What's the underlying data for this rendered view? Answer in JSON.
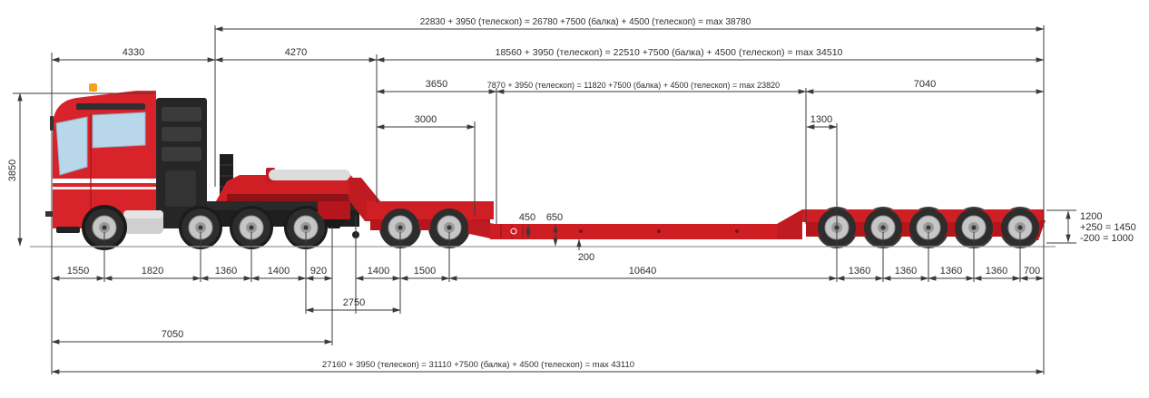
{
  "diagram": {
    "kind": "lowbed semi-trailer dimensional drawing",
    "colors": {
      "truck_red": "#d8232a",
      "trailerer_red": "#d01f24",
      "dimension_line": "#3a3a3a",
      "glass_blue": "#b9d7ea"
    },
    "dim": {
      "trailer_total": "22830 + 3950 (телескоп) = 26780 +7500 (балка) + 4500 (телескоп) = max 38780",
      "trailer_rear_total": "18560 + 3950 (телескоп) = 22510 +7500 (балка) + 4500 (телескоп) = max 34510",
      "deck_total": "7870 + 3950 (телескоп) = 11820 +7500 (балка) + 4500 (телескоп) = max 23820",
      "combination_total": "27160 + 3950 (телескоп) = 31110 +7500 (балка) + 4500 (телескоп) = max 43110",
      "d4330": "4330",
      "d4270": "4270",
      "d3650": "3650",
      "d7040": "7040",
      "d3000": "3000",
      "d1300": "1300",
      "truck_height": "3850",
      "beam_450": "450",
      "deck_650": "650",
      "clearance_200": "200",
      "rear_deck_1200": "1200",
      "rear_deck_plus": "+250 = 1450",
      "rear_deck_minus": "-200 = 1000",
      "c1550": "1550",
      "c1820": "1820",
      "c1360": "1360",
      "c1400a": "1400",
      "c920": "920",
      "c1400b": "1400",
      "c1500": "1500",
      "c10640": "10640",
      "rear_spacing": [
        "1360",
        "1360",
        "1360",
        "1360"
      ],
      "c700": "700",
      "d2750": "2750",
      "d7050": "7050"
    }
  }
}
